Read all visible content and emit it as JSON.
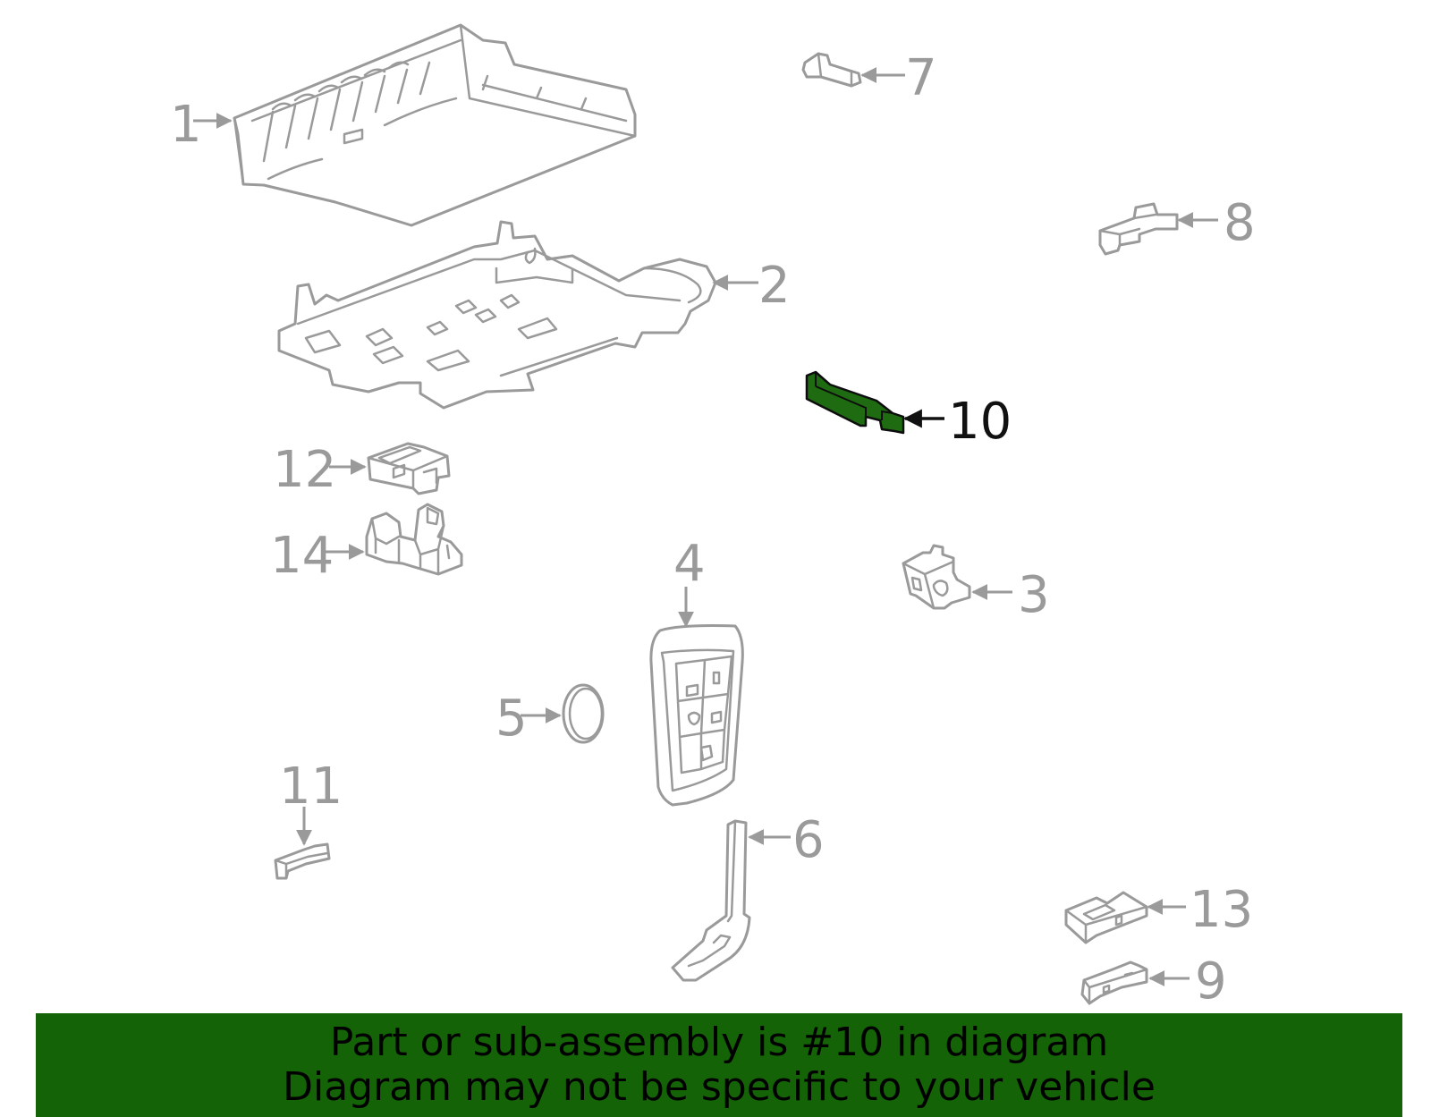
{
  "diagram": {
    "highlight_color": "#1f6b12",
    "line_color": "#9a9a9a",
    "callouts": {
      "c1": "1",
      "c2": "2",
      "c3": "3",
      "c4": "4",
      "c5": "5",
      "c6": "6",
      "c7": "7",
      "c8": "8",
      "c9": "9",
      "c10": "10",
      "c11": "11",
      "c12": "12",
      "c13": "13",
      "c14": "14"
    },
    "highlighted_part": "10"
  },
  "banner": {
    "background": "#146306",
    "line1": "Part or sub-assembly is #10 in diagram",
    "line2": "Diagram may not be specific to your vehicle"
  }
}
